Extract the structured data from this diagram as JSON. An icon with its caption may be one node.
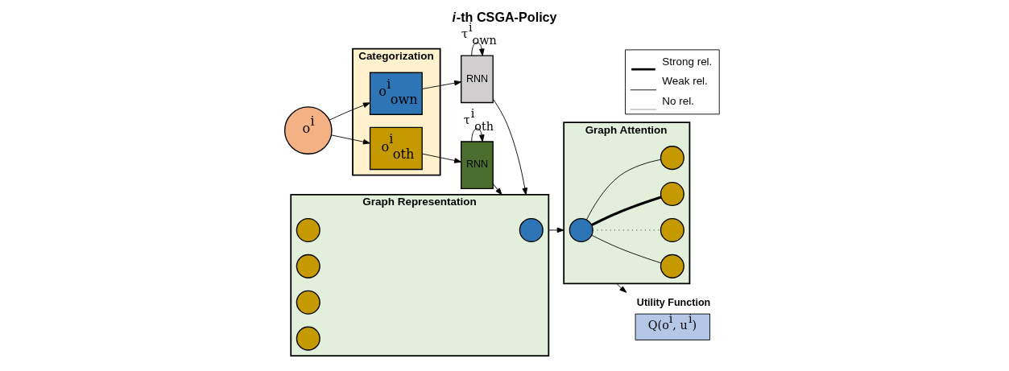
{
  "diagram": {
    "title": "*i*-th CSGA-Policy",
    "nodes": [
      {
        "text": [
          "o$^{i}$"
        ]
      },
      {
        "text": [
          "Categorization"
        ]
      },
      {
        "text": [
          "o$^{i}$$_{own}$"
        ],
        "in": 1
      },
      {
        "text": [
          "o$^{i}$$_{oth}$"
        ],
        "in": 1
      },
      {
        "text": [
          "RNN"
        ]
      },
      {
        "text": [
          "RNN"
        ]
      },
      {
        "text": [
          "Graph Representation"
        ]
      },
      {
        "text": [],
        "shape": "circle",
        "in": 6
      },
      {
        "text": [],
        "shape": "circle",
        "in": 6
      },
      {
        "text": [],
        "shape": "circle",
        "in": 6
      },
      {
        "text": [],
        "shape": "circle",
        "in": 6
      },
      {
        "text": [],
        "shape": "circle",
        "in": 6
      },
      {
        "text": [
          "Graph Attention"
        ]
      },
      {
        "text": [],
        "shape": "circle",
        "in": 12
      },
      {
        "text": [],
        "shape": "circle",
        "in": 12
      },
      {
        "text": [],
        "shape": "circle",
        "in": 12
      },
      {
        "text": [],
        "shape": "circle",
        "in": 12
      },
      {
        "text": [],
        "shape": "circle",
        "in": 12
      },
      {
        "text": [
          "Utility Function",
          "Q(o$^{i}$, u$^{i}$)"
        ]
      }
    ],
    "edges": [
      {
        "from": 0,
        "to": 2,
        "arrow": "to"
      },
      {
        "from": 0,
        "to": 3,
        "arrow": "to"
      },
      {
        "from": 2,
        "to": 4,
        "arrow": "to"
      },
      {
        "from": 3,
        "to": 5,
        "arrow": "to"
      },
      {
        "from": 4,
        "to": 4,
        "arrow": "to",
        "label": "τ$^{i}$$_{own}$"
      },
      {
        "from": 5,
        "to": 5,
        "arrow": "to",
        "label": "τ$^{i}$$_{oth}$"
      },
      {
        "from": 4,
        "to": 6,
        "arrow": "to"
      },
      {
        "from": 5,
        "to": 6,
        "arrow": "to"
      },
      {
        "from": 6,
        "to": 12,
        "arrow": "to"
      },
      {
        "from": 12,
        "to": 18,
        "arrow": "to"
      },
      {
        "from": 15,
        "to": 13,
        "arrow": "none"
      },
      {
        "from": 15,
        "to": 14,
        "arrow": "none",
        "style": "dashed"
      },
      {
        "from": 15,
        "to": 16,
        "arrow": "none",
        "style": "thick"
      },
      {
        "from": 15,
        "to": 17,
        "arrow": "none"
      }
    ],
    "legend": [
      {
        "text": "Strong rel."
      },
      {
        "text": "Weak rel."
      },
      {
        "text": "No rel."
      }
    ]
  }
}
